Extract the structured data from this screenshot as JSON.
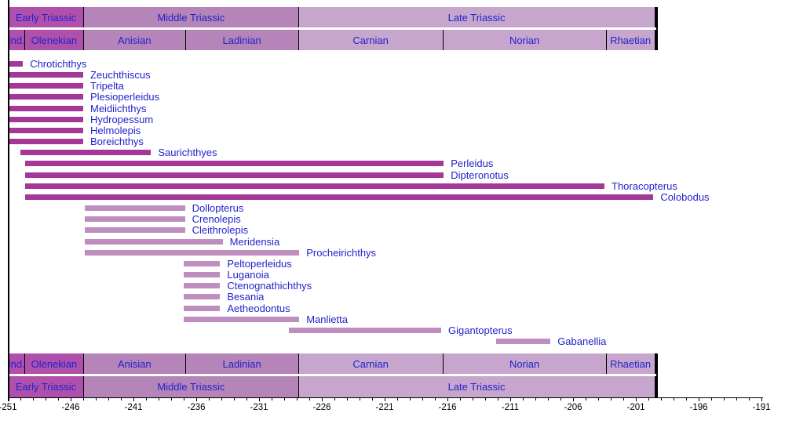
{
  "chart_data": {
    "type": "bar",
    "subtype": "stratigraphic-range-chart",
    "orientation": "horizontal",
    "x_axis": {
      "unit": "Ma",
      "min": -251,
      "max": -191,
      "tick_step": 1,
      "label_step": 5,
      "tick_labels": [
        "-251",
        "-246",
        "-241",
        "-236",
        "-231",
        "-226",
        "-221",
        "-216",
        "-211",
        "-206",
        "-201",
        "-196",
        "-191"
      ]
    },
    "periods": [
      {
        "label": "Early Triassic",
        "start": -251.0,
        "end": -245.0,
        "shade": "early"
      },
      {
        "label": "Middle Triassic",
        "start": -245.0,
        "end": -227.9,
        "shade": "middle"
      },
      {
        "label": "Late Triassic",
        "start": -227.9,
        "end": -199.4,
        "shade": "late"
      }
    ],
    "stages": [
      {
        "label": "Ind.",
        "start": -251.0,
        "end": -249.7,
        "shade": "early"
      },
      {
        "label": "Olenekian",
        "start": -249.7,
        "end": -245.0,
        "shade": "early"
      },
      {
        "label": "Anisian",
        "start": -245.0,
        "end": -236.9,
        "shade": "middle"
      },
      {
        "label": "Ladinian",
        "start": -236.9,
        "end": -227.9,
        "shade": "middle"
      },
      {
        "label": "Carnian",
        "start": -227.9,
        "end": -216.4,
        "shade": "late"
      },
      {
        "label": "Norian",
        "start": -216.4,
        "end": -203.4,
        "shade": "late"
      },
      {
        "label": "Rhaetian",
        "start": -203.4,
        "end": -199.4,
        "shade": "late"
      }
    ],
    "taxa": [
      {
        "name": "Chrotichthys",
        "start": -251.0,
        "end": -249.8,
        "shade": "dark"
      },
      {
        "name": "Zeuchthiscus",
        "start": -251.0,
        "end": -245.0,
        "shade": "dark"
      },
      {
        "name": "Tripelta",
        "start": -251.0,
        "end": -245.0,
        "shade": "dark"
      },
      {
        "name": "Plesioperleidus",
        "start": -251.0,
        "end": -245.0,
        "shade": "dark"
      },
      {
        "name": "Meidiichthys",
        "start": -251.0,
        "end": -245.0,
        "shade": "dark"
      },
      {
        "name": "Hydropessum",
        "start": -251.0,
        "end": -245.0,
        "shade": "dark"
      },
      {
        "name": "Helmolepis",
        "start": -251.0,
        "end": -245.0,
        "shade": "dark"
      },
      {
        "name": "Boreichthys",
        "start": -251.0,
        "end": -245.0,
        "shade": "dark"
      },
      {
        "name": "Saurichthyes",
        "start": -250.0,
        "end": -239.6,
        "shade": "dark"
      },
      {
        "name": "Perleidus",
        "start": -249.6,
        "end": -216.3,
        "shade": "dark"
      },
      {
        "name": "Dipteronotus",
        "start": -249.6,
        "end": -216.3,
        "shade": "dark"
      },
      {
        "name": "Thoracopterus",
        "start": -249.6,
        "end": -203.5,
        "shade": "dark"
      },
      {
        "name": "Colobodus",
        "start": -249.6,
        "end": -199.6,
        "shade": "dark"
      },
      {
        "name": "Dollopterus",
        "start": -244.9,
        "end": -236.9,
        "shade": "light"
      },
      {
        "name": "Crenolepis",
        "start": -244.9,
        "end": -236.9,
        "shade": "light"
      },
      {
        "name": "Cleithrolepis",
        "start": -244.9,
        "end": -236.9,
        "shade": "light"
      },
      {
        "name": "Meridensia",
        "start": -244.9,
        "end": -233.9,
        "shade": "light"
      },
      {
        "name": "Procheirichthys",
        "start": -244.9,
        "end": -227.8,
        "shade": "light"
      },
      {
        "name": "Peltoperleidus",
        "start": -237.0,
        "end": -234.1,
        "shade": "light"
      },
      {
        "name": "Luganoia",
        "start": -237.0,
        "end": -234.1,
        "shade": "light"
      },
      {
        "name": "Ctenognathichthys",
        "start": -237.0,
        "end": -234.1,
        "shade": "light"
      },
      {
        "name": "Besania",
        "start": -237.0,
        "end": -234.1,
        "shade": "light"
      },
      {
        "name": "Aetheodontus",
        "start": -237.0,
        "end": -234.1,
        "shade": "light"
      },
      {
        "name": "Manlietta",
        "start": -237.0,
        "end": -227.8,
        "shade": "light"
      },
      {
        "name": "Gigantopterus",
        "start": -228.6,
        "end": -216.5,
        "shade": "light"
      },
      {
        "name": "Gabanellia",
        "start": -212.1,
        "end": -207.8,
        "shade": "light"
      }
    ]
  },
  "colors": {
    "period_early": "#af50ac",
    "period_middle": "#b584b8",
    "period_late": "#c6a6cc",
    "bar_dark": "#a33898",
    "bar_light": "#be8ebe",
    "header_text": "#2222cc",
    "taxon_text": "#2222cc",
    "axis_text": "#000000",
    "border": "#000000"
  }
}
